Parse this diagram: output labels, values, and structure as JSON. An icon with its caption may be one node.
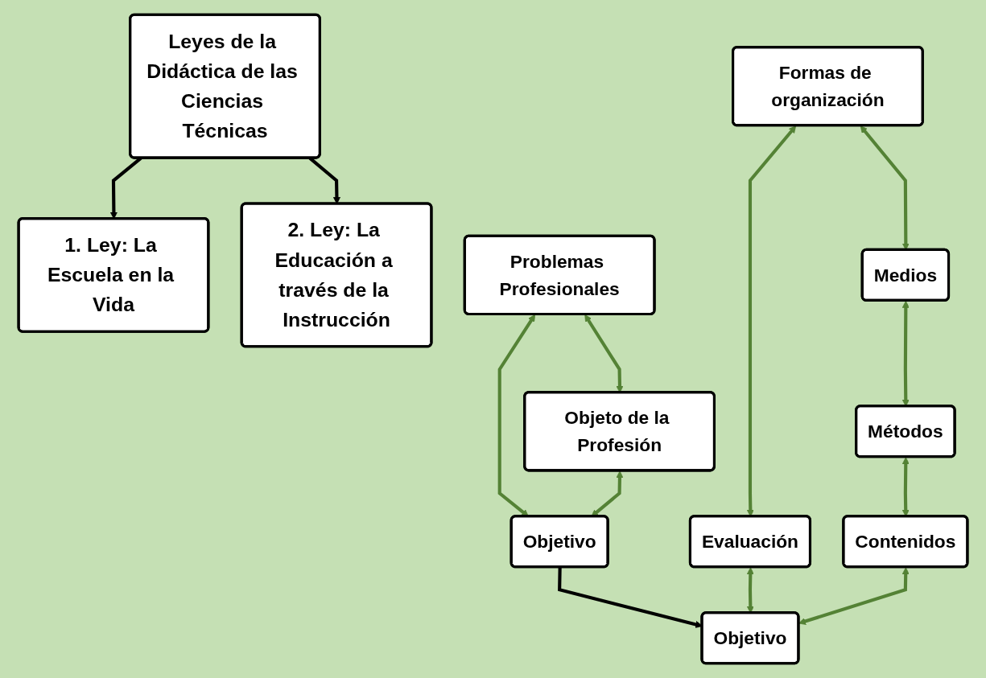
{
  "diagram": {
    "nodes": [
      {
        "text": [
          "Leyes de la Didáctica de las Ciencias Técnicas"
        ]
      },
      {
        "text": [
          "1. Ley: La Escuela en la Vida"
        ]
      },
      {
        "text": [
          "2. Ley: La Educación a través de la Instrucción"
        ]
      },
      {
        "text": [
          "Problemas Profesionales"
        ]
      },
      {
        "text": [
          "Formas de organización"
        ]
      },
      {
        "text": [
          "Medios"
        ]
      },
      {
        "text": [
          "Métodos"
        ]
      },
      {
        "text": [
          "Objeto de la Profesión"
        ]
      },
      {
        "text": [
          "Evaluación"
        ]
      },
      {
        "text": [
          "Contenidos"
        ]
      },
      {
        "text": [
          "Objetivo"
        ]
      },
      {
        "text": [
          "Objetivo"
        ]
      }
    ],
    "edges": [
      {
        "from": 0,
        "to": 1,
        "arrow": "to",
        "color": "#000000"
      },
      {
        "from": 0,
        "to": 2,
        "arrow": "to",
        "color": "#000000"
      },
      {
        "from": 3,
        "to": 7,
        "arrow": "both"
      },
      {
        "from": 3,
        "to": 10,
        "arrow": "both"
      },
      {
        "from": 7,
        "to": 10,
        "arrow": "both"
      },
      {
        "from": 10,
        "to": 11,
        "arrow": "to",
        "color": "#000000"
      },
      {
        "from": 4,
        "to": 5,
        "arrow": "both"
      },
      {
        "from": 5,
        "to": 6,
        "arrow": "both"
      },
      {
        "from": 4,
        "to": 8,
        "arrow": "both"
      },
      {
        "from": 6,
        "to": 9,
        "arrow": "both"
      },
      {
        "from": 8,
        "to": 11,
        "arrow": "both"
      },
      {
        "from": 9,
        "to": 11,
        "arrow": "both"
      }
    ]
  }
}
